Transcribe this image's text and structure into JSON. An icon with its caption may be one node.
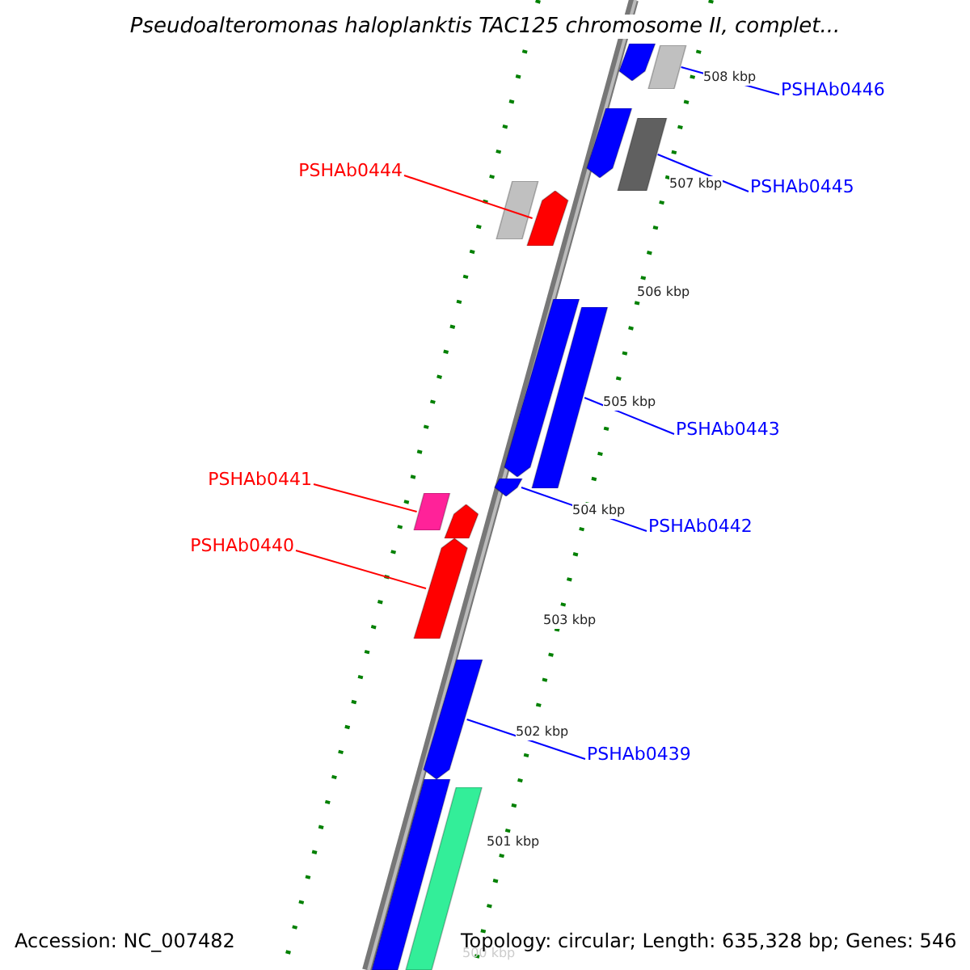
{
  "diagram": {
    "title": "Pseudoalteromonas haloplanktis TAC125 chromosome II, complet...",
    "nodes": [
      {
        "text": [
          "PSHAb0446"
        ]
      },
      {
        "text": [
          "PSHAb0445"
        ]
      },
      {
        "text": [
          "PSHAb0444"
        ]
      },
      {
        "text": [
          "PSHAb0443"
        ]
      },
      {
        "text": [
          "PSHAb0442"
        ]
      },
      {
        "text": [
          "PSHAb0441"
        ]
      },
      {
        "text": [
          "PSHAb0440"
        ]
      },
      {
        "text": [
          "PSHAb0439"
        ]
      },
      {
        "text": [],
        "shape": "arrow"
      },
      {
        "text": [],
        "shape": "bar"
      },
      {
        "text": [],
        "shape": "arrow"
      },
      {
        "text": [],
        "shape": "bar"
      },
      {
        "text": [],
        "shape": "bar"
      },
      {
        "text": [],
        "shape": "arrow"
      },
      {
        "text": [],
        "shape": "arrow"
      },
      {
        "text": [],
        "shape": "bar"
      },
      {
        "text": [],
        "shape": "arrow"
      },
      {
        "text": [],
        "shape": "bar"
      },
      {
        "text": [],
        "shape": "arrow"
      },
      {
        "text": [],
        "shape": "arrow"
      },
      {
        "text": [],
        "shape": "arrow"
      },
      {
        "text": [],
        "shape": "bar"
      },
      {
        "text": [],
        "shape": "bar"
      }
    ],
    "edges": [
      {
        "from": 0,
        "to": 9,
        "arrow": "none"
      },
      {
        "from": 1,
        "to": 11,
        "arrow": "none"
      },
      {
        "from": 2,
        "to": 13,
        "arrow": "none",
        "color": "#ff0000"
      },
      {
        "from": 3,
        "to": 15,
        "arrow": "none"
      },
      {
        "from": 4,
        "to": 16,
        "arrow": "none"
      },
      {
        "from": 5,
        "to": 17,
        "arrow": "none",
        "color": "#ff0000"
      },
      {
        "from": 6,
        "to": 19,
        "arrow": "none",
        "color": "#ff0000"
      },
      {
        "from": 7,
        "to": 20,
        "arrow": "none"
      }
    ],
    "labels": [
      "508 kbp",
      "507 kbp",
      "506 kbp",
      "505 kbp",
      "504 kbp",
      "503 kbp",
      "502 kbp",
      "501 kbp",
      "500 kbp",
      "Accession: NC_007482",
      "Topology: circular; Length: 635,328 bp; Genes: 546"
    ]
  }
}
